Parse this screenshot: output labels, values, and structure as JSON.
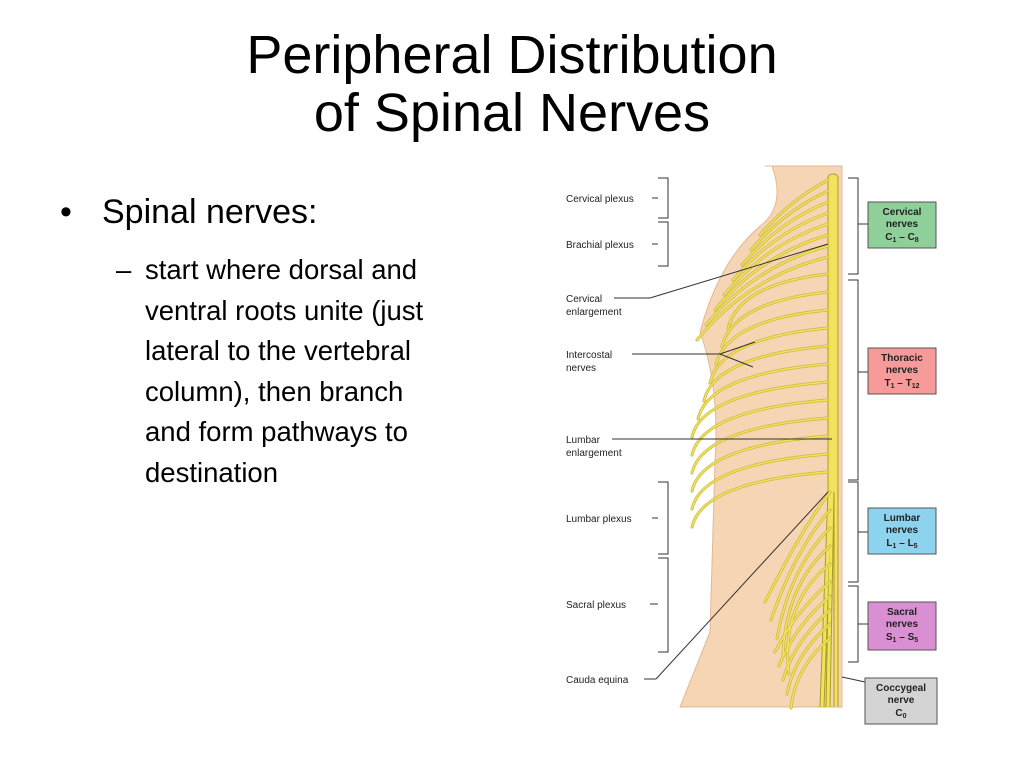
{
  "title": {
    "line1": "Peripheral Distribution",
    "line2": "of Spinal Nerves"
  },
  "bullets": {
    "l1_marker": "•",
    "l1_text": "Spinal nerves:",
    "l2_marker": "–",
    "l2_lines": [
      "start where dorsal and",
      "ventral roots unite (just",
      "lateral to the vertebral",
      "column), then branch",
      "and form pathways to",
      "destination"
    ]
  },
  "figure": {
    "left_labels": {
      "cervical_plexus": "Cervical plexus",
      "brachial_plexus": "Brachial plexus",
      "cervical_enlargement": [
        "Cervical",
        "enlargement"
      ],
      "intercostal_nerves": [
        "Intercostal",
        "nerves"
      ],
      "lumbar_enlargement": [
        "Lumbar",
        "enlargement"
      ],
      "lumbar_plexus": "Lumbar plexus",
      "sacral_plexus": "Sacral plexus",
      "cauda_equina": "Cauda equina"
    },
    "right_boxes": {
      "cervical": {
        "line1": "Cervical",
        "line2": "nerves",
        "range_a": "C",
        "sub_a": "1",
        "sep": " – ",
        "range_b": "C",
        "sub_b": "8",
        "color": "#8fcf9a"
      },
      "thoracic": {
        "line1": "Thoracic",
        "line2": "nerves",
        "range_a": "T",
        "sub_a": "1",
        "sep": " – ",
        "range_b": "T",
        "sub_b": "12",
        "color": "#f79a9a"
      },
      "lumbar": {
        "line1": "Lumbar",
        "line2": "nerves",
        "range_a": "L",
        "sub_a": "1",
        "sep": " – ",
        "range_b": "L",
        "sub_b": "5",
        "color": "#8dd3ee"
      },
      "sacral": {
        "line1": "Sacral",
        "line2": "nerves",
        "range_a": "S",
        "sub_a": "1",
        "sep": " – ",
        "range_b": "S",
        "sub_b": "5",
        "color": "#d98fd2"
      },
      "coccygeal": {
        "line1": "Coccygeal",
        "line2": "nerve",
        "range_a": "C",
        "sub_a": "0",
        "color": "#d4d4d4"
      }
    },
    "colors": {
      "skin": "#f6d5b4",
      "nerve": "#f2e35c",
      "nerve_outline": "#a99a2a",
      "line": "#333333"
    }
  }
}
